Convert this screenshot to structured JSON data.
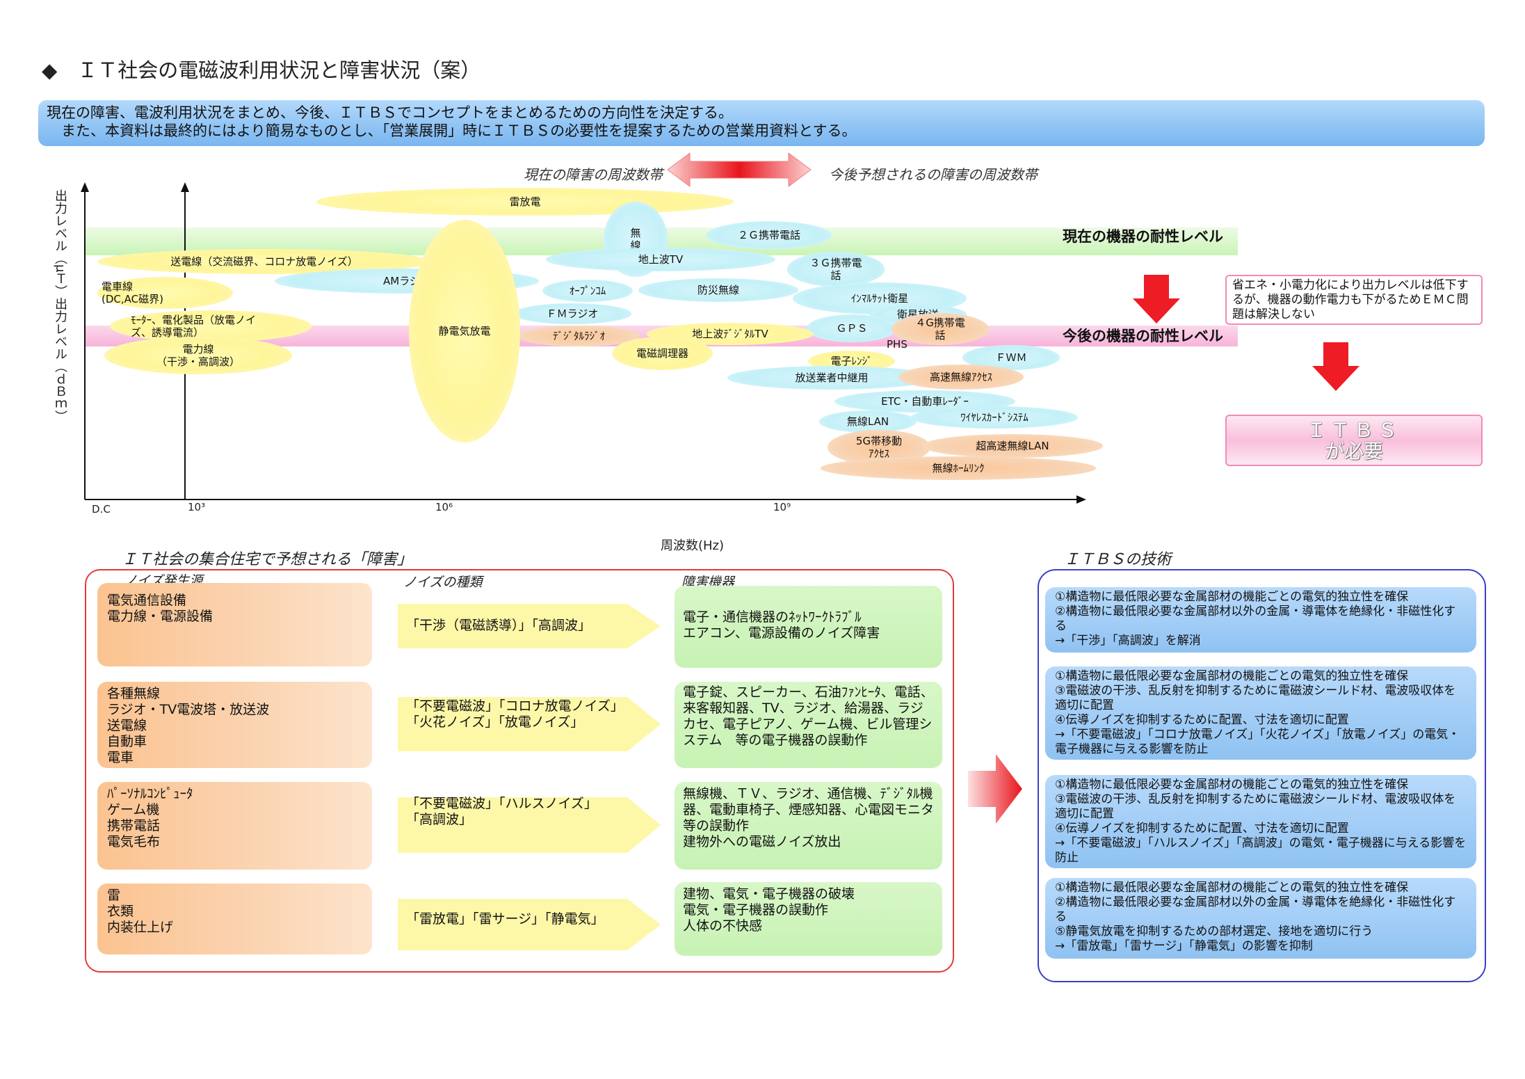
{
  "title": "◆　ＩＴ社会の電磁波利用状況と障害状況（案）",
  "banner": {
    "line1": "現在の障害、電波利用状況をまとめ、今後、ＩＴＢＳでコンセプトをまとめるための方向性を決定する。",
    "line2": "　また、本資料は最終的にはより簡易なものとし、「営業展開」時にＩＴＢＳの必要性を提案するための営業用資料とする。"
  },
  "spectrum": {
    "current_band": "現在の障害の周波数帯",
    "future_band": "今後予想されるの障害の周波数帯",
    "y_label": "出力レベル（μＴ）出力レベル（ｄＢｍ）",
    "x_label": "周波数(Hz)",
    "x_ticks": [
      "D.C",
      "10³",
      "10⁶",
      "10⁹"
    ],
    "level_current": "現在の機器の耐性レベル",
    "level_future": "今後の機器の耐性レベル",
    "colors": {
      "current_band": "#c6f5b5",
      "future_band": "#f9b5dd"
    },
    "sources": {
      "lightning": "雷放電",
      "musen": "無\n線",
      "g2": "２Ｇ携帯電話",
      "transmission": "送電線（交流磁界、コロナ放電ノイズ）",
      "am": "AMラジオ",
      "terrestrial_tv": "地上波TV",
      "g3": "３Ｇ携帯電\n話",
      "train": "電車線\n(DC,AC磁界)",
      "open_com": "ｵｰﾌﾟﾝｺﾑ",
      "disaster": "防災無線",
      "inmarsat": "ｲﾝﾏﾙｻｯﾄ衛星",
      "motor": "ﾓｰﾀｰ、電化製品（放電ノイ\nズ、誘導電流）",
      "fm": "ＦＭラジオ",
      "sat_broadcast": "衛星放送",
      "g4": "４G携帯電\n話",
      "gps": "ＧＰＳ",
      "digital_radio": "ﾃﾞｼﾞﾀﾙﾗｼﾞｵ",
      "digital_tv": "地上波ﾃﾞｼﾞﾀﾙTV",
      "phs": "PHS",
      "power_line": "電力線\n（干渉・高調波）",
      "esd": "静電気放電",
      "induction": "電磁調理器",
      "microwave": "電子ﾚﾝｼﾞ",
      "fwm": "ＦＷＭ",
      "relay": "放送業者中継用",
      "hs_access": "高速無線ｱｸｾｽ",
      "etc": "ETC・自動車ﾚｰﾀﾞｰ",
      "wlan": "無線LAN",
      "wireless_card": "ﾜｲﾔﾚｽｶｰﾄﾞｼｽﾃﾑ",
      "g5": "5G帯移動\nｱｸｾｽ",
      "uwb_lan": "超高速無線LAN",
      "home_link": "無線ﾎｰﾑﾘﾝｸ"
    },
    "note": "省エネ・小電力化により出力レベルは低下するが、機器の動作電力も下がるためＥＭＣ問題は解決しない",
    "itbs_box": {
      "line1": "ＩＴＢＳ",
      "line2": "が必要"
    }
  },
  "interference": {
    "title": "ＩＴ社会の集合住宅で予想される「障害」",
    "col_source": "ノイズ発生源",
    "col_type": "ノイズの種類",
    "col_device": "障害機器",
    "rows": [
      {
        "source": "電気通信設備\n電力線・電源設備",
        "type": "「干渉（電磁誘導）」「高調波」",
        "device": "電子・通信機器のﾈｯﾄﾜｰｸﾄﾗﾌﾞﾙ\nエアコン、電源設備のノイズ障害"
      },
      {
        "source": "各種無線\nラジオ・TV電波塔・放送波\n送電線\n自動車\n電車",
        "type": "「不要電磁波」「コロナ放電ノイズ」\n「火花ノイズ」「放電ノイズ」",
        "device": "電子錠、スピーカー、石油ﾌｧﾝﾋｰﾀ、電話、来客報知器、TV、ラジオ、給湯器、ラジカセ、電子ピアノ、ゲーム機、ビル管理システム　等の電子機器の誤動作"
      },
      {
        "source": "ﾊﾟｰｿﾅﾙｺﾝﾋﾟｭｰﾀ\nゲーム機\n携帯電話\n電気毛布",
        "type": "「不要電磁波」「ハルスノイズ」\n「高調波」",
        "device": "無線機、ＴＶ、ラジオ、通信機、ﾃﾞｼﾞﾀﾙ機器、電動車椅子、煙感知器、心電図モニタ　等の誤動作\n建物外への電磁ノイズ放出"
      },
      {
        "source": "雷\n衣類\n内装仕上げ",
        "type": "「雷放電」「雷サージ」「静電気」",
        "device": "建物、電気・電子機器の破壊\n電気・電子機器の誤動作\n人体の不快感"
      }
    ]
  },
  "itbs_tech": {
    "title": "ＩＴＢＳの技術",
    "items": [
      "①構造物に最低限必要な金属部材の機能ごとの電気的独立性を確保\n②構造物に最低限必要な金属部材以外の金属・導電体を絶縁化・非磁性化する\n→「干渉」「高調波」を解消",
      "①構造物に最低限必要な金属部材の機能ごとの電気的独立性を確保\n③電磁波の干渉、乱反射を抑制するために電磁波シールド材、電波吸収体を適切に配置\n④伝導ノイズを抑制するために配置、寸法を適切に配置\n→「不要電磁波」「コロナ放電ノイズ」「火花ノイズ」「放電ノイズ」の電気・電子機器に与える影響を防止",
      "①構造物に最低限必要な金属部材の機能ごとの電気的独立性を確保\n③電磁波の干渉、乱反射を抑制するために電磁波シールド材、電波吸収体を適切に配置\n④伝導ノイズを抑制するために配置、寸法を適切に配置\n→「不要電磁波」「ハルスノイズ」「高調波」の電気・電子機器に与える影響を防止",
      "①構造物に最低限必要な金属部材の機能ごとの電気的独立性を確保\n②構造物に最低限必要な金属部材以外の金属・導電体を絶縁化・非磁性化する\n⑤静電気放電を抑制するための部材選定、接地を適切に行う\n→「雷放電」「雷サージ」「静電気」の影響を抑制"
    ]
  }
}
